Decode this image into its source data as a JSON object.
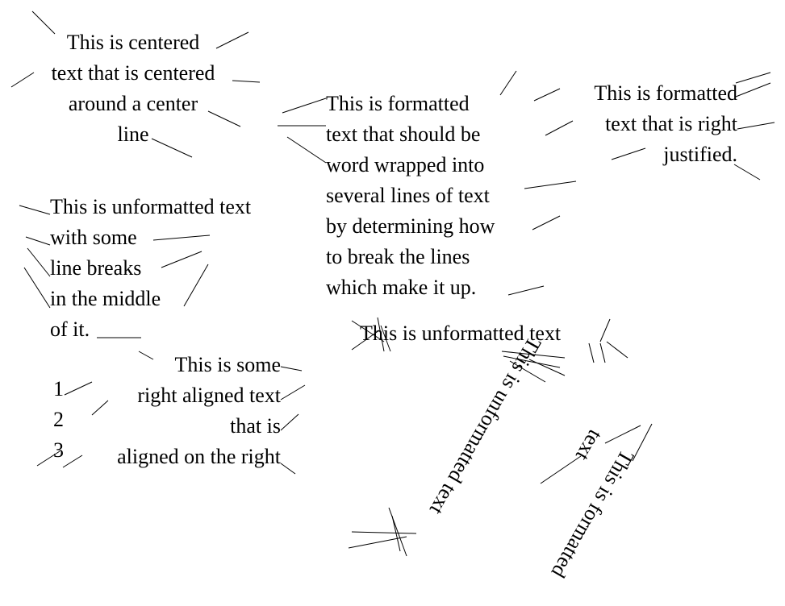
{
  "centered": [
    "This is centered",
    "text that is centered",
    "around a center",
    "line"
  ],
  "wrapped": [
    "This is formatted",
    "text that should be",
    "word wrapped into",
    "several lines of text",
    "by determining how",
    "to break the lines",
    "which make it up."
  ],
  "right_justified": [
    "This is formatted",
    "text that is right",
    "justified."
  ],
  "unformatted_breaks": [
    "This is unformatted text",
    "with some",
    "line breaks",
    "in the middle",
    "of it."
  ],
  "right_aligned": [
    "This is some",
    "right aligned text",
    "that is",
    "aligned on the right"
  ],
  "numbers": [
    "1",
    "2",
    "3"
  ],
  "unformatted_single": "This is unformatted text",
  "rotated_unformatted": "This is unformatted text",
  "rotated_formatted": [
    "text",
    "This is formatted"
  ]
}
